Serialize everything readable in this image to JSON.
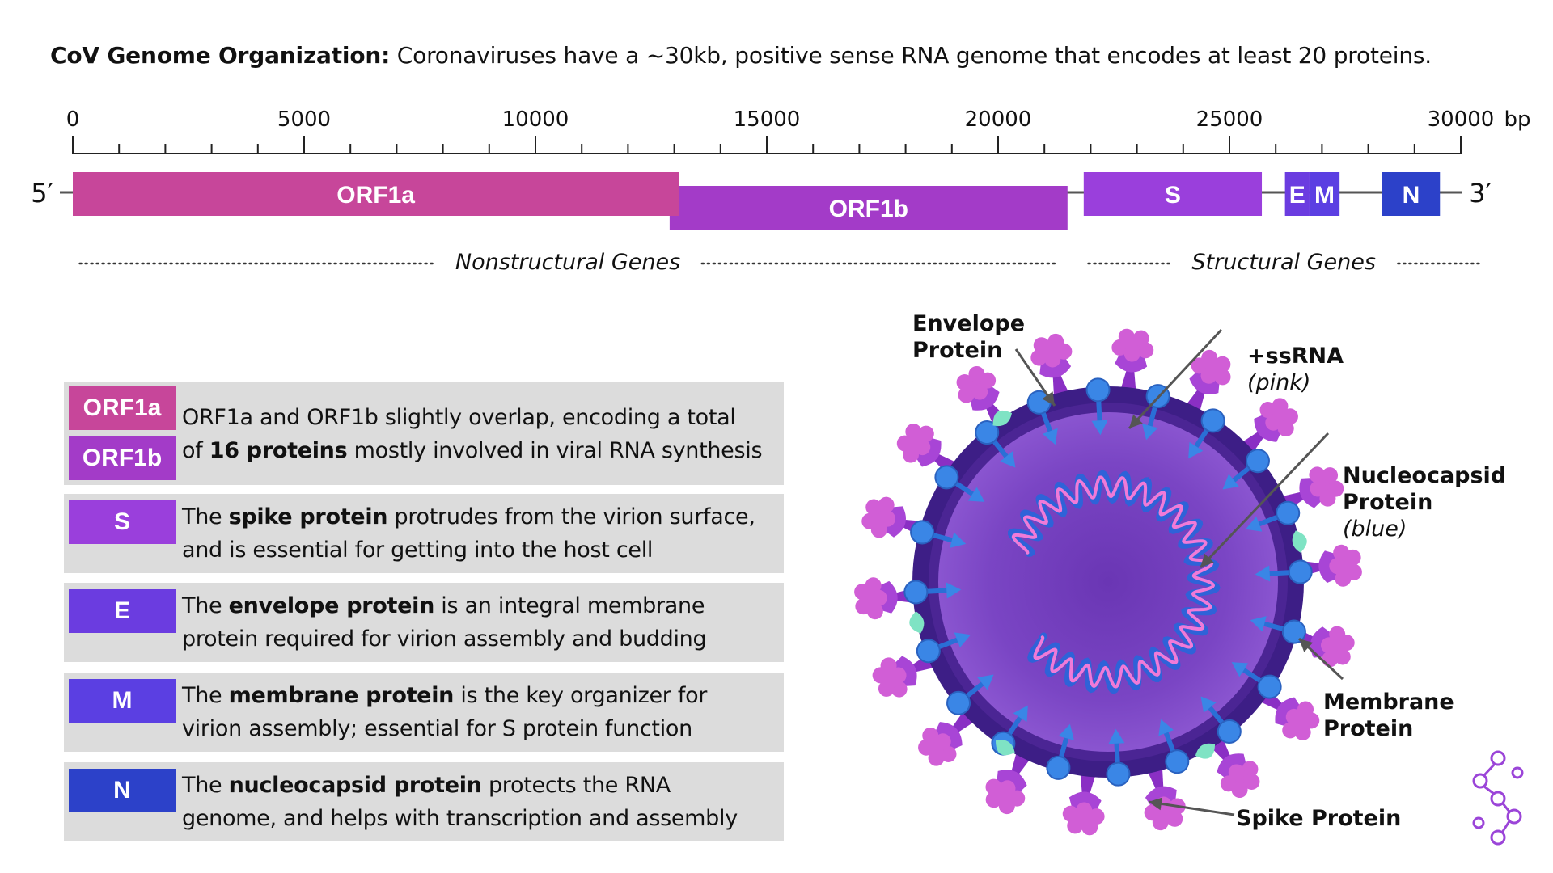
{
  "title": {
    "bold": "CoV Genome Organization:",
    "rest": " Coronaviruses have a ~30kb, positive sense RNA genome that encodes at least 20 proteins."
  },
  "genome": {
    "axis_max": 30000,
    "unit": "bp",
    "ticks": [
      "0",
      "5000",
      "10000",
      "15000",
      "20000",
      "25000",
      "30000"
    ],
    "end_5": "5′",
    "end_3": "3′",
    "genes": [
      {
        "name": "ORF1a",
        "start": 0,
        "end": 13100,
        "row": "upper",
        "color": "#c7469a"
      },
      {
        "name": "ORF1b",
        "start": 12900,
        "end": 21500,
        "row": "lower",
        "color": "#a33bc8"
      },
      {
        "name": "S",
        "start": 21850,
        "end": 25700,
        "row": "upper",
        "color": "#9a3fdc"
      },
      {
        "name": "E",
        "start": 26200,
        "end": 26730,
        "row": "upper",
        "color": "#6b3ce0"
      },
      {
        "name": "M",
        "start": 26730,
        "end": 27380,
        "row": "upper",
        "color": "#5b3fe2"
      },
      {
        "name": "N",
        "start": 28300,
        "end": 29550,
        "row": "upper",
        "color": "#2c41c9"
      }
    ],
    "groups": [
      {
        "label": "Nonstructural Genes",
        "start": 150,
        "end": 21250
      },
      {
        "label": "Structural Genes",
        "start": 21950,
        "end": 30400
      }
    ]
  },
  "legend": [
    {
      "tags": [
        {
          "label": "ORF1a",
          "color": "#c7469a"
        },
        {
          "label": "ORF1b",
          "color": "#a33bc8"
        }
      ],
      "line1_pre": "ORF1a and ORF1b slightly overlap, encoding a total",
      "line1_bold": "",
      "line1_post": "",
      "line2_pre": "of ",
      "line2_bold": "16 proteins",
      "line2_post": " mostly involved in viral RNA synthesis"
    },
    {
      "tags": [
        {
          "label": "S",
          "color": "#9a3fdc"
        }
      ],
      "line1_pre": "The ",
      "line1_bold": "spike protein",
      "line1_post": " protrudes from the virion surface,",
      "line2_pre": "and is essential for getting into the host cell",
      "line2_bold": "",
      "line2_post": ""
    },
    {
      "tags": [
        {
          "label": "E",
          "color": "#6b3ce0"
        }
      ],
      "line1_pre": "The ",
      "line1_bold": "envelope protein",
      "line1_post": " is an integral membrane",
      "line2_pre": "protein required for virion assembly and budding",
      "line2_bold": "",
      "line2_post": ""
    },
    {
      "tags": [
        {
          "label": "M",
          "color": "#5b3fe2"
        }
      ],
      "line1_pre": "The ",
      "line1_bold": "membrane protein",
      "line1_post": " is the key organizer for",
      "line2_pre": "virion assembly; essential for S protein function",
      "line2_bold": "",
      "line2_post": ""
    },
    {
      "tags": [
        {
          "label": "N",
          "color": "#2c41c9"
        }
      ],
      "line1_pre": "The ",
      "line1_bold": "nucleocapsid protein",
      "line1_post": " protects the RNA",
      "line2_pre": "genome, and helps with transcription and assembly",
      "line2_bold": "",
      "line2_post": ""
    }
  ],
  "virion_labels": {
    "envelope": {
      "line1": "Envelope",
      "line2": "Protein"
    },
    "ssrna": {
      "line1": "+ssRNA",
      "line2": "(pink)"
    },
    "nucleocapsid": {
      "line1": "Nucleocapsid",
      "line2": "Protein",
      "line3": "(blue)"
    },
    "membrane": {
      "line1": "Membrane",
      "line2": "Protein"
    },
    "spike": {
      "line1": "Spike Protein"
    }
  },
  "colors": {
    "spike_pink": "#d15ed6",
    "spike_stalk": "#8a2fc4",
    "membrane_purple": "#4b2594",
    "interior_purple": "#7a45c4",
    "nucleocapsid_blue": "#3a86e6",
    "rna_pink": "#f07ad8",
    "envelope_mint": "#7fe3c4"
  }
}
